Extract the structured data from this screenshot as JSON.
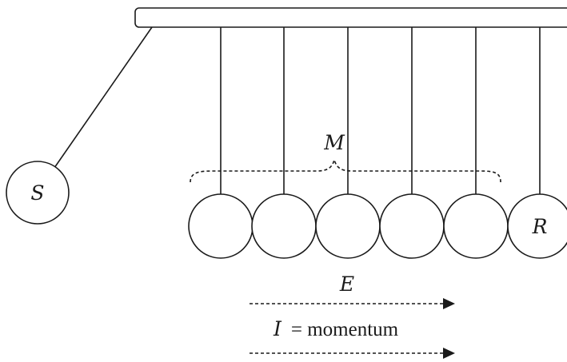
{
  "labels": {
    "striker_ball": "S",
    "middle_group": "M",
    "last_ball": "R",
    "energy": "E",
    "impulse_symbol": "I",
    "impulse_equals": "= momentum"
  }
}
